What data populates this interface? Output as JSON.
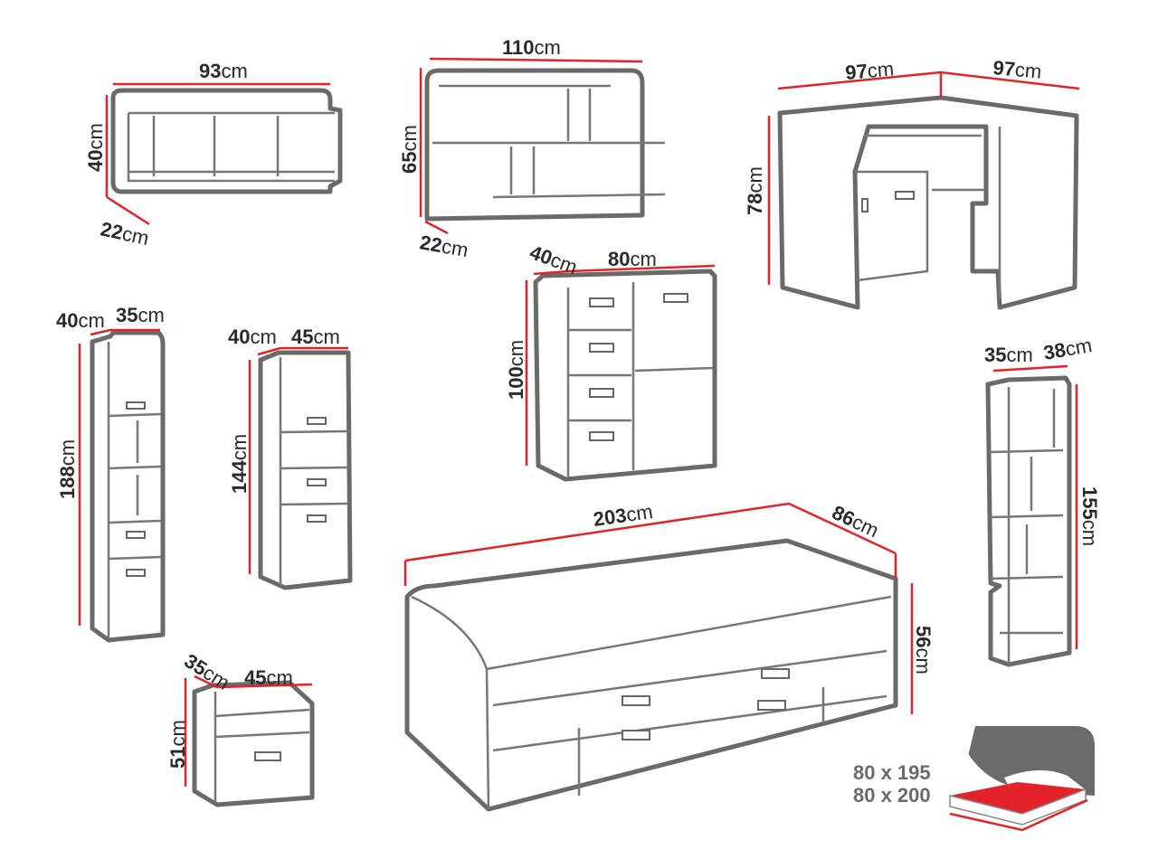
{
  "colors": {
    "outline": "#6a6a6a",
    "dimension": "#e3222a",
    "mattress": "#e3222a",
    "sky": "#6b6b6b"
  },
  "units": "cm",
  "labels": {
    "shelf_width": "93",
    "shelf_height": "40",
    "shelf_depth": "22",
    "wallunit_width": "110",
    "wallunit_height": "65",
    "wallunit_depth": "22",
    "desk_left": "97",
    "desk_right": "97",
    "desk_height": "78",
    "dresser_depth": "40",
    "dresser_width": "80",
    "dresser_height": "100",
    "tall_depth": "40",
    "tall_width": "35",
    "tall_height": "188",
    "mid_depth": "40",
    "mid_width": "45",
    "mid_height": "144",
    "corner_depth": "35",
    "corner_width": "38",
    "corner_height": "155",
    "bed_length": "203",
    "bed_width": "86",
    "bed_height": "56",
    "night_depth": "35",
    "night_width": "45",
    "night_height": "51"
  },
  "mattress_sizes": [
    "80 x 195",
    "80 x 200"
  ],
  "icons": [
    "mattress-night-icon"
  ]
}
